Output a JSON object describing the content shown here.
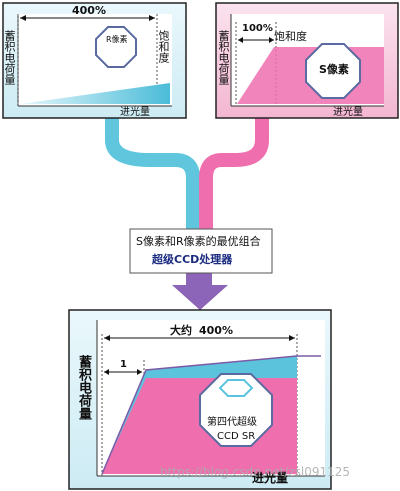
{
  "colors": {
    "cyan": "#59c4dc",
    "pink": "#ef6fae",
    "purple": "#8c64b8",
    "navy": "#1a2b80",
    "light_cyan_box": "#d8f0f8",
    "light_pink_box": "#f8d3e4"
  },
  "left_panel": {
    "percent_label": "400%",
    "y_axis_label": "蓄积电荷量",
    "saturation_label": "饱和度",
    "pixel_label": "R像素",
    "x_axis_label": "进光量"
  },
  "right_panel": {
    "percent_label": "100%",
    "y_axis_label": "蓄积电荷量",
    "saturation_label": "饱和度",
    "pixel_label": "S像素",
    "x_axis_label": "进光量"
  },
  "merge": {
    "line1": "S像素和R像素的最优组合",
    "line2": "超级CCD处理器"
  },
  "bottom_panel": {
    "approx_label": "大约",
    "percent_label": "400%",
    "tick_label": "1",
    "y_axis_label": "蓄积电荷量",
    "octagon_line1": "第四代超级",
    "octagon_line2": "CCD SR",
    "x_axis_label": "进光量"
  },
  "watermark": "https://blog.csdn.net/zsl091125"
}
